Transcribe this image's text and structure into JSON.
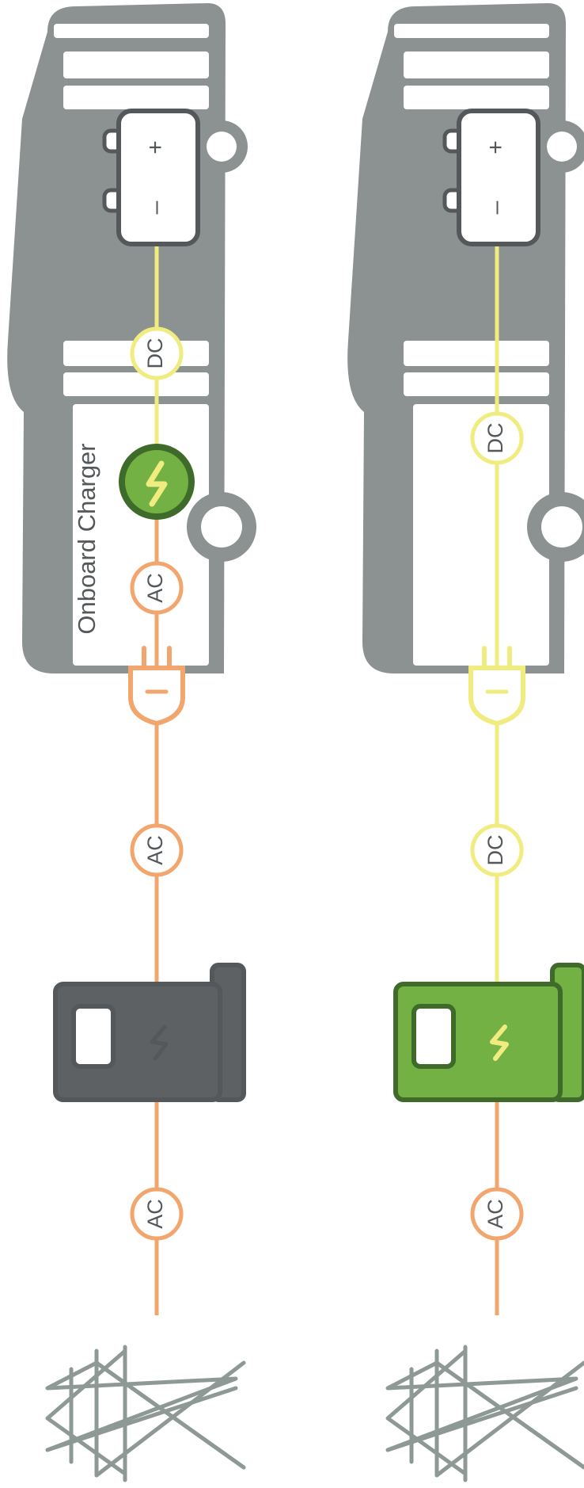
{
  "colors": {
    "vehicle": "#8c9191",
    "vehicle_dark": "#5d6163",
    "outline": "#54585b",
    "ac": "#f2a66e",
    "dc": "#f0ec80",
    "green": "#73b144",
    "green_dark": "#3f6b2a",
    "pylon": "#8e9996",
    "white": "#ffffff"
  },
  "panels": [
    {
      "id": "ac-charging",
      "battery": {
        "plus": "+",
        "minus": "–"
      },
      "vehicle_link_label": "DC",
      "onboard_charger_label": "Onboard Charger",
      "inlet_link_label": "AC",
      "cable_label": "AC",
      "station_active": false,
      "grid_label": "AC"
    },
    {
      "id": "dc-charging",
      "battery": {
        "plus": "+",
        "minus": "–"
      },
      "vehicle_link_label": "DC",
      "cable_label": "DC",
      "station_active": true,
      "grid_label": "AC"
    }
  ]
}
